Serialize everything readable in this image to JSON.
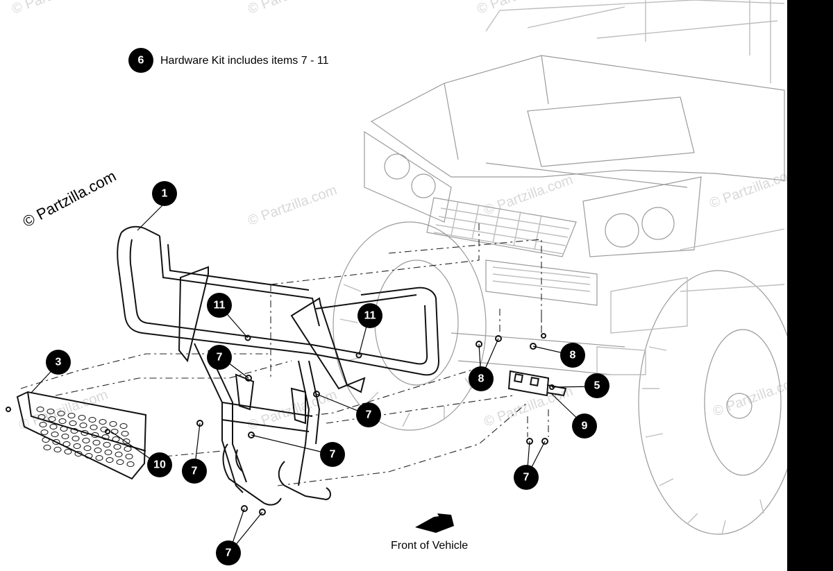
{
  "watermark": {
    "main": "© Partzilla.com",
    "repeat": "© Partzilla.com"
  },
  "note": {
    "badge": "6",
    "text": "Hardware Kit includes items 7 - 11"
  },
  "direction": {
    "label": "Front of Vehicle"
  },
  "callouts": [
    {
      "id": "c1",
      "label": "1"
    },
    {
      "id": "c3",
      "label": "3"
    },
    {
      "id": "c5",
      "label": "5"
    },
    {
      "id": "c7a",
      "label": "7"
    },
    {
      "id": "c7b",
      "label": "7"
    },
    {
      "id": "c7c",
      "label": "7"
    },
    {
      "id": "c7d",
      "label": "7"
    },
    {
      "id": "c7e",
      "label": "7"
    },
    {
      "id": "c7f",
      "label": "7"
    },
    {
      "id": "c8a",
      "label": "8"
    },
    {
      "id": "c8b",
      "label": "8"
    },
    {
      "id": "c9",
      "label": "9"
    },
    {
      "id": "c10",
      "label": "10"
    },
    {
      "id": "c11a",
      "label": "11"
    },
    {
      "id": "c11b",
      "label": "11"
    }
  ],
  "colors": {
    "callout_fill": "#000000",
    "callout_text": "#ffffff",
    "vehicle_line": "#bdbdbd",
    "part_line": "#111111",
    "watermark": "#d8d8d8"
  }
}
